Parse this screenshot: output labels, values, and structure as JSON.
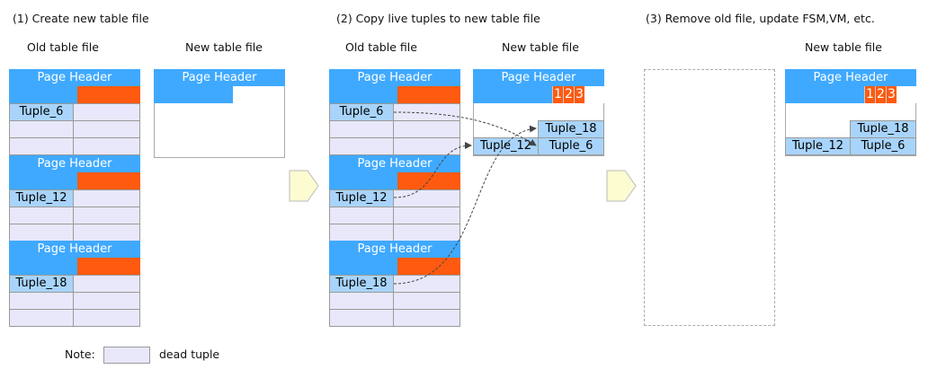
{
  "steps": [
    {
      "title": "(1)  Create new table file",
      "old_label": "Old table file",
      "new_label": "New table file"
    },
    {
      "title": "(2)  Copy live tuples to new table file",
      "old_label": "Old table file",
      "new_label": "New table file"
    },
    {
      "title": "(3)  Remove old file, update FSM,VM, etc.",
      "new_label": "New table file"
    }
  ],
  "page_header": "Page Header",
  "old_tuples": [
    "Tuple_6",
    "Tuple_12",
    "Tuple_18"
  ],
  "new_tuples": {
    "top": "Tuple_18",
    "bottom_left": "Tuple_12",
    "bottom_right": "Tuple_6"
  },
  "line_pointers": [
    "1",
    "2",
    "3"
  ],
  "note": {
    "label": "Note:",
    "text": "dead tuple"
  },
  "colors": {
    "header": "#3fa9ff",
    "pointer": "#ff5a0f",
    "dead": "#e8e8fa",
    "live": "#a8d4fb"
  }
}
